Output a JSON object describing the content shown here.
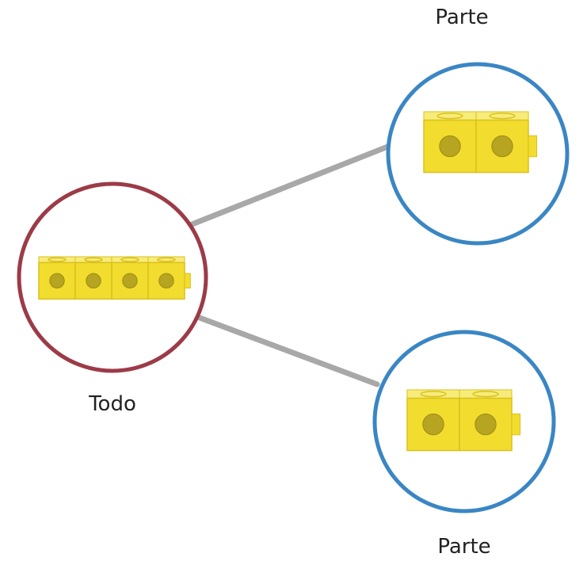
{
  "labels": {
    "whole": "Todo",
    "part_top": "Parte",
    "part_bottom": "Parte"
  },
  "colors": {
    "whole_circle": "#9c3b47",
    "part_circle": "#3a86c4",
    "connector": "#a8a8a8",
    "cube_face": "#f2dc2e",
    "cube_top": "#f7ec7a",
    "cube_shadow": "#d9c11d",
    "cube_dot": "#b7a421"
  },
  "groups": {
    "whole_cubes": 4,
    "part_top_cubes": 2,
    "part_bottom_cubes": 2
  }
}
